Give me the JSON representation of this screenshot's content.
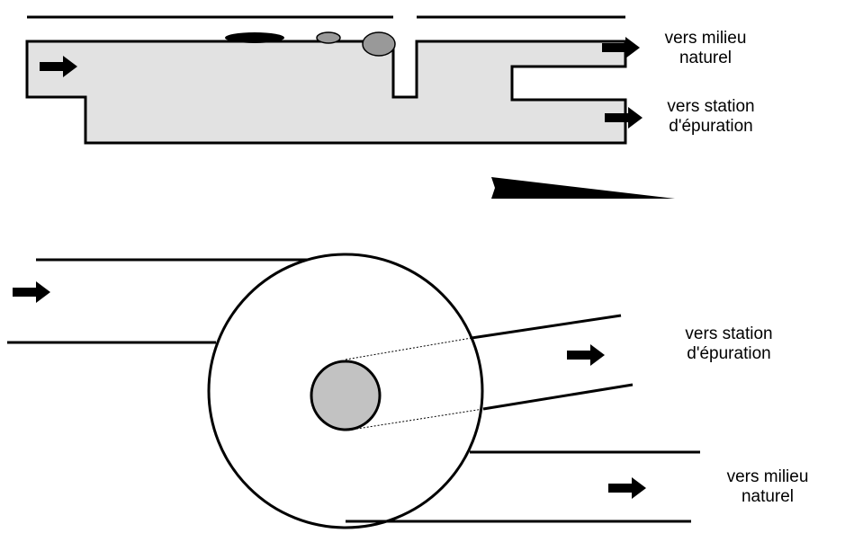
{
  "labels": {
    "top_natural_1": "vers milieu",
    "top_natural_2": "naturel",
    "top_station_1": "vers station",
    "top_station_2": "d'épuration",
    "bottom_station_1": "vers station",
    "bottom_station_2": "d'épuration",
    "bottom_natural_1": "vers milieu",
    "bottom_natural_2": "naturel"
  },
  "colors": {
    "channel_fill": "#e2e2e2",
    "particle_dark": "#000000",
    "particle_grey": "#999999",
    "core_fill": "#c2c2c2",
    "stroke": "#000000"
  },
  "icons": [
    "flow-arrow-icon",
    "slope-wedge-icon"
  ]
}
